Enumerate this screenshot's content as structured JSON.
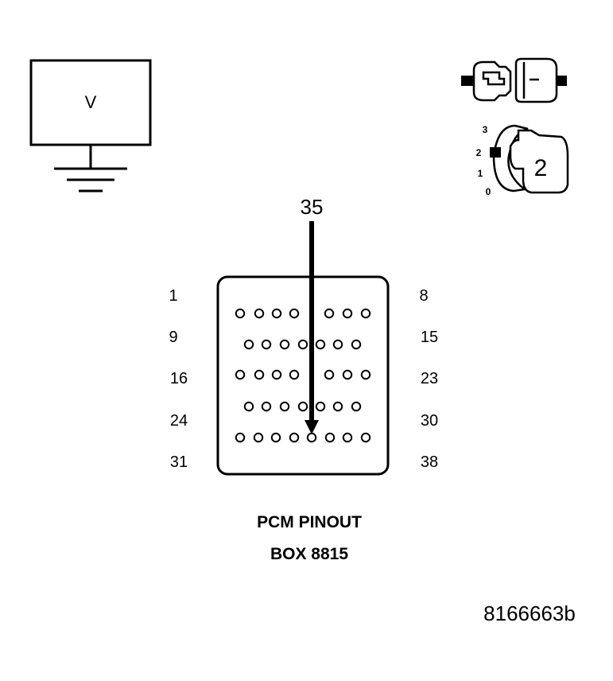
{
  "meter": {
    "label": "V"
  },
  "callout": {
    "pin": "35"
  },
  "connector": {
    "rows": [
      {
        "left": "1",
        "right": "8",
        "pins": 7,
        "layout": "split"
      },
      {
        "left": "9",
        "right": "15",
        "pins": 7,
        "layout": "offset"
      },
      {
        "left": "16",
        "right": "23",
        "pins": 7,
        "layout": "split"
      },
      {
        "left": "24",
        "right": "30",
        "pins": 7,
        "layout": "offset"
      },
      {
        "left": "31",
        "right": "38",
        "pins": 8,
        "layout": "full"
      }
    ]
  },
  "caption": {
    "line1": "PCM PINOUT",
    "line2": "BOX 8815"
  },
  "ignition": {
    "positions": [
      "3",
      "2",
      "1",
      "0"
    ],
    "selected": "2"
  },
  "drawing_id": "8166663b"
}
